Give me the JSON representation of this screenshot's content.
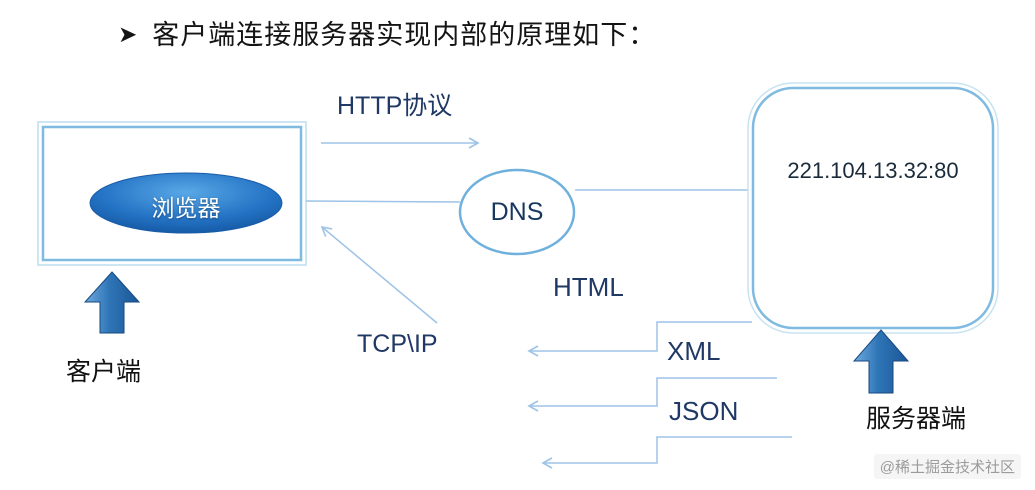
{
  "title": {
    "bullet": "➤",
    "text": "客户端连接服务器实现内部的原理如下："
  },
  "client": {
    "browser": "浏览器",
    "label": "客户端"
  },
  "dns": {
    "label": "DNS"
  },
  "server": {
    "address": "221.104.13.32:80",
    "label": "服务器端"
  },
  "flows": {
    "request_protocol": "HTTP协议",
    "transport": "TCP\\IP",
    "responses": [
      "HTML",
      "XML",
      "JSON"
    ]
  },
  "watermark": "@稀土掘金技术社区",
  "colors": {
    "connector_line": "#9DC3E6",
    "shape_border": "#7FBBE0",
    "block_arrow_fill": "#2E75B6",
    "browser_ellipse_fill": "#2574C6",
    "protocol_text": "#1F3864",
    "title_text": "#141414",
    "watermark_text": "#9b9b9b"
  }
}
